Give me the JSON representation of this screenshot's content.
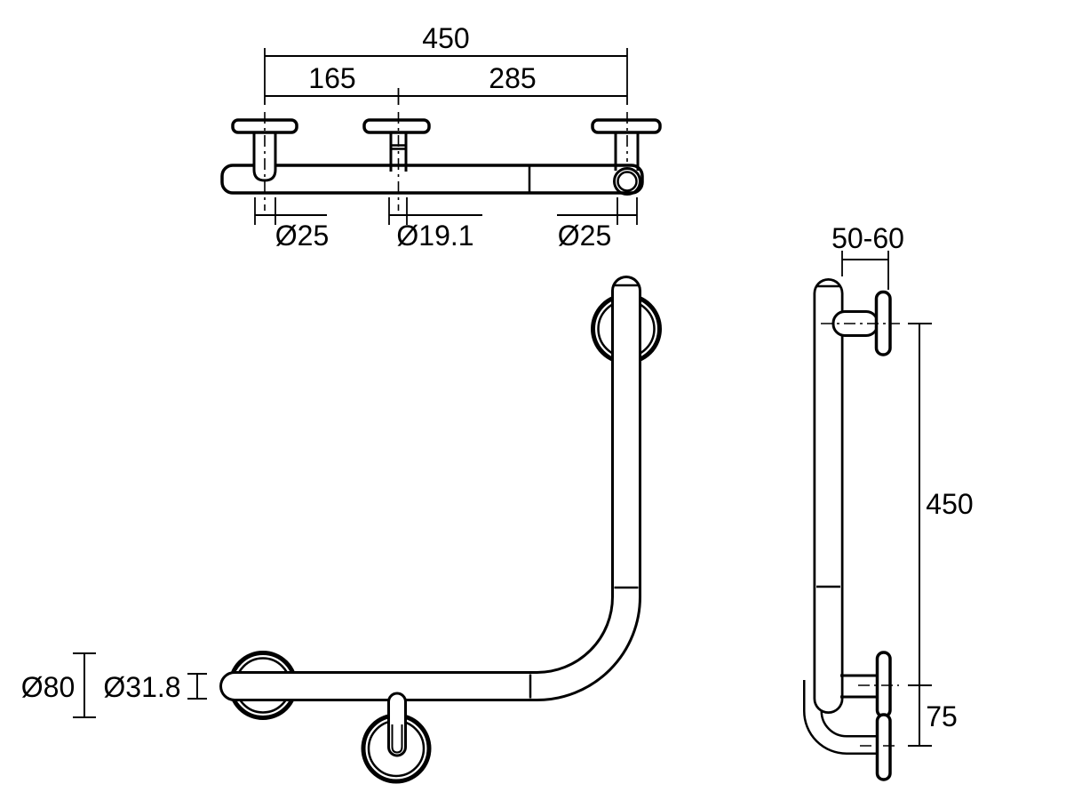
{
  "drawing": {
    "background_color": "#ffffff",
    "line_color": "#000000",
    "views": {
      "top": {
        "dim_overall": "450",
        "dim_left_span": "165",
        "dim_right_span": "285",
        "dim_left_post": "Ø25",
        "dim_mid_post": "Ø19.1",
        "dim_right_post": "Ø25"
      },
      "front": {
        "dim_flange": "Ø80",
        "dim_tube": "Ø31.8"
      },
      "side": {
        "dim_wall_offset": "50-60",
        "dim_height": "450",
        "dim_drop": "75"
      }
    }
  }
}
